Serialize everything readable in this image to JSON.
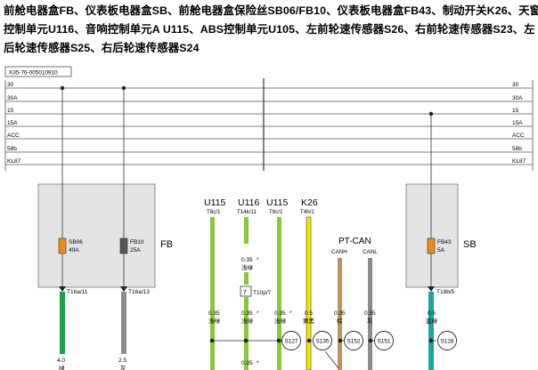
{
  "title": {
    "line1": "前舱电器盒FB、仪表板电器盒SB、前舱电器盒保险丝SB06/FB10、仪表板电器盒FB43、制动开关K26、天窗",
    "line2": "控制单元U116、音响控制单元A U115、ABS控制单元U105、左前轮速传感器S26、右前轮速传感器S23、左",
    "line3": "后轮速传感器S25、右后轮速传感器S24"
  },
  "diagram_id": "X35-76-005010910",
  "rails": [
    "30",
    "30A",
    "15",
    "15A",
    "ACC",
    "58b",
    "KL87"
  ],
  "fb": {
    "label": "FB",
    "fuse1": {
      "name": "SB06",
      "rating": "40A",
      "color": "#f08a1c"
    },
    "fuse2": {
      "name": "FB10",
      "rating": "25A",
      "color": "#555555"
    },
    "pin1": "T16a/11",
    "pin2": "T16a/13"
  },
  "sb": {
    "label": "SB",
    "fuse": {
      "name": "FB43",
      "rating": "5A",
      "color": "#f08a1c"
    },
    "pin": "T18b/5"
  },
  "bottom_wires": {
    "w1": {
      "size": "4.0",
      "color": "绿"
    },
    "w2": {
      "size": "2.5",
      "color": "灰"
    }
  },
  "connectors": [
    {
      "name": "U115",
      "pin": "T8c/1"
    },
    {
      "name": "U116",
      "pin": "T14k/11"
    },
    {
      "name": "U115",
      "pin": "T8c/1"
    },
    {
      "name": "K26",
      "pin": "T4h/1"
    }
  ],
  "wire_labels": {
    "u116_top": {
      "size": "0.35",
      "star": "*",
      "color": "浅绿"
    },
    "t10p": "T10p/7",
    "c1": {
      "size": "0.35",
      "color": "浅绿"
    },
    "c2": {
      "size": "0.35",
      "star": "*",
      "color": "浅绿"
    },
    "c3": {
      "size": "0.35",
      "star": "*",
      "color": "浅绿"
    },
    "c4": {
      "size": "0.5",
      "color": "黄黑"
    },
    "c5": {
      "size": "0.35",
      "color": "棕"
    },
    "c6": {
      "size": "0.35",
      "color": "灰"
    },
    "c7": {
      "size": "0.5",
      "color": "蓝绿"
    },
    "bottom": {
      "size": "0.35",
      "star": "*"
    }
  },
  "pt_can": {
    "label": "PT-CAN",
    "canh": "CANH",
    "canl": "CANL"
  },
  "splices": [
    "S127",
    "S135",
    "S152",
    "S151",
    "S128"
  ],
  "colors": {
    "light_green": "#8cc63f",
    "green": "#1aa34a",
    "grey": "#8c8c8c",
    "yellow": "#f4e600",
    "brown": "#b89463",
    "teal": "#17a6a0",
    "box_fill": "#e4e4e4",
    "rail": "#555555"
  }
}
